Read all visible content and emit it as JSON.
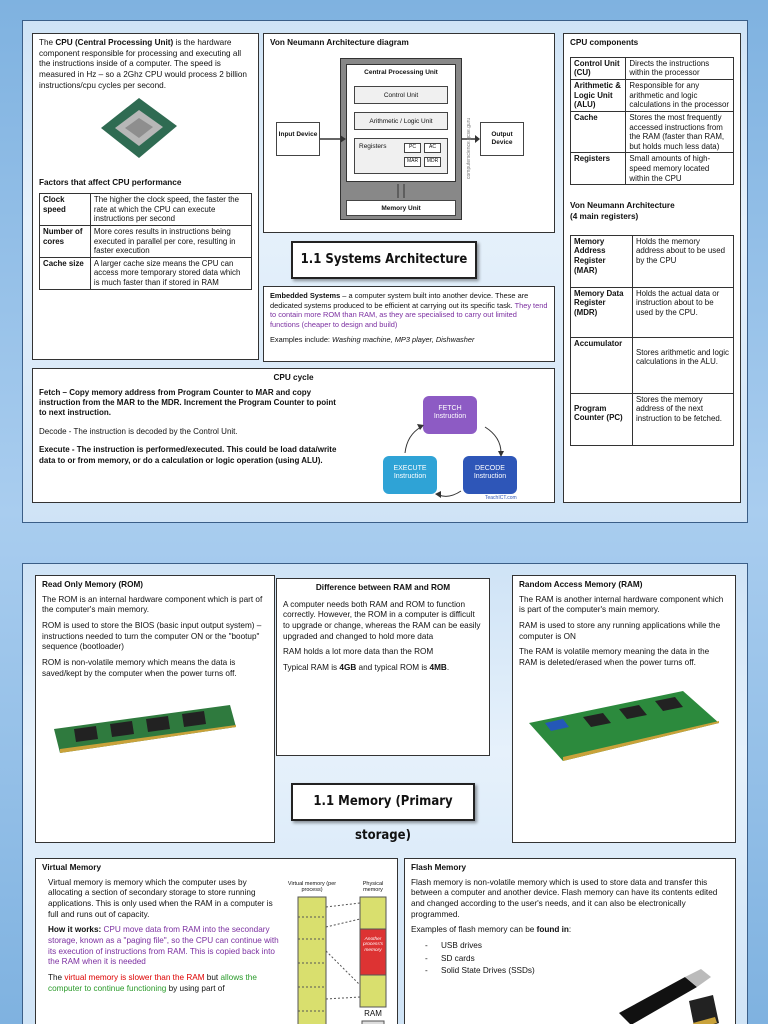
{
  "slide1": {
    "cpu_intro": {
      "pre": "The ",
      "bold": "CPU (Central Processing Unit)",
      "post": " is the hardware component responsible for processing and executing all the instructions inside of a computer. The speed is measured in Hz – so a 2Ghz CPU would process 2 billion instructions/cpu cycles per second.",
      "factors_heading": "Factors that affect CPU performance",
      "factors": [
        {
          "k": "Clock speed",
          "v": "The higher the clock speed, the faster the rate at which the CPU can execute instructions per second"
        },
        {
          "k": "Number of cores",
          "v": "More cores results in instructions being executed in parallel per core, resulting in faster execution"
        },
        {
          "k": "Cache size",
          "v": "A larger cache size means the CPU can access more temporary stored data which is much faster than if stored in RAM"
        }
      ]
    },
    "vn_diagram": {
      "title": "Von Neumann Architecture diagram",
      "cpu": "Central Processing Unit",
      "cu": "Control Unit",
      "alu": "Arithmetic / Logic Unit",
      "registers": "Registers",
      "pc": "PC",
      "ac": "AC",
      "mar": "MAR",
      "mdr": "MDR",
      "input": "Input Device",
      "output": "Output Device",
      "memory": "Memory Unit",
      "credit": "computerscience.gcse.guru"
    },
    "section_title": "1.1 Systems Architecture",
    "embedded": {
      "bold": "Embedded Systems",
      "text": " – a computer system built into another device. These are dedicated systems produced to be efficient at carrying out its specific task. ",
      "purple": "They tend to contain more ROM than RAM, as they are specialised to carry out limited functions (cheaper to design and build)",
      "ex_pre": "Examples include: ",
      "ex_italic": "Washing machine, MP3 player, Dishwasher"
    },
    "components": {
      "heading": "CPU components",
      "rows": [
        {
          "k": "Control Unit (CU)",
          "v": "Directs the instructions within the processor"
        },
        {
          "k": "Arithmetic & Logic Unit (ALU)",
          "v": "Responsible for any arithmetic and logic calculations in the processor"
        },
        {
          "k": "Cache",
          "v": "Stores the most frequently accessed instructions from the RAM (faster than RAM, but holds much less data)"
        },
        {
          "k": "Registers",
          "v": "Small amounts of high-speed memory located within the CPU"
        }
      ],
      "vn_heading1": "Von Neumann Architecture",
      "vn_heading2": "(4 main registers)",
      "regs": [
        {
          "k": "Memory Address Register (MAR)",
          "v": "Holds the memory address about to be used by the CPU"
        },
        {
          "k": "Memory Data Register (MDR)",
          "v": "Holds the actual data or instruction about to be used by the CPU."
        },
        {
          "k": "Accumulator",
          "v": "Stores arithmetic and logic calculations in the ALU."
        },
        {
          "k": "Program Counter (PC)",
          "v": "Stores the memory address of the next instruction to be fetched."
        }
      ]
    },
    "cycle": {
      "heading": "CPU cycle",
      "fetch": "Fetch – Copy memory address from Program Counter to MAR and copy instruction from the MAR to the MDR. Increment the Program Counter to point to next instruction.",
      "decode": "Decode - The instruction is decoded by the Control Unit.",
      "execute": "Execute - The instruction is performed/executed. This could be load data/write data to or from memory, or do a calculation or logic operation (using ALU).",
      "fetch_label": "FETCH",
      "decode_label": "DECODE",
      "execute_label": "EXECUTE",
      "instr": "Instruction",
      "credit": "TeachICT.com"
    }
  },
  "slide2": {
    "rom": {
      "heading": "Read Only Memory (ROM)",
      "p1": "The ROM is an internal hardware component which is part of the computer's main memory.",
      "p2": "ROM is used to store the BIOS (basic input output system) – instructions needed to turn the computer ON or the \"bootup\" sequence (bootloader)",
      "p3": "ROM is non-volatile memory which means the data is saved/kept by the computer when the power turns off."
    },
    "diff": {
      "heading": "Difference between RAM and ROM",
      "p1": "A computer needs both RAM and ROM to function correctly. However, the ROM in a computer is difficult to upgrade or change, whereas the RAM can be easily upgraded and changed to hold more data",
      "p2": "RAM holds a lot more data than the ROM",
      "p3_pre": "Typical RAM is ",
      "p3_b1": "4GB",
      "p3_mid": " and typical ROM is ",
      "p3_b2": "4MB",
      "p3_post": "."
    },
    "section_title": "1.1 Memory (Primary storage)",
    "ram": {
      "heading": "Random Access Memory (RAM)",
      "p1": "The RAM is another internal hardware component which is part of the computer's main memory.",
      "p2": "RAM is used to store any running applications while the computer is ON",
      "p3": "The RAM is volatile memory meaning the data in the RAM is deleted/erased when the power turns off."
    },
    "virtual": {
      "heading": "Virtual Memory",
      "p1": "Virtual memory is memory which the computer uses by allocating a section of secondary storage to store running applications. This is only used when the RAM in a computer is full and runs out of capacity.",
      "how_b": "How it works: ",
      "how": "CPU move data from RAM into the secondary storage, known as a \"paging file\", so the CPU can continue with its execution of instructions from RAM. This is copied back into the RAM when it is needed",
      "last_pre": "The ",
      "last_red": "virtual memory is slower than the RAM",
      "last_mid": " but ",
      "last_green": "allows the computer to continue functioning",
      "last_post": " by using part of",
      "diag_vm": "Virtual memory (per process)",
      "diag_pm": "Physical memory",
      "diag_other": "Another process's memory",
      "diag_ram": "RAM"
    },
    "flash": {
      "heading": "Flash Memory",
      "p1": "Flash memory is non-volatile memory which is used to store data and transfer this between a computer and another device. Flash memory can have its contents edited and changed according to the user's needs, and it can also be electronically programmed.",
      "ex_pre": "Examples of flash memory can be ",
      "ex_b": "found in",
      "ex_post": ":",
      "items": [
        "USB drives",
        "SD cards",
        "Solid State Drives (SSDs)"
      ]
    }
  }
}
